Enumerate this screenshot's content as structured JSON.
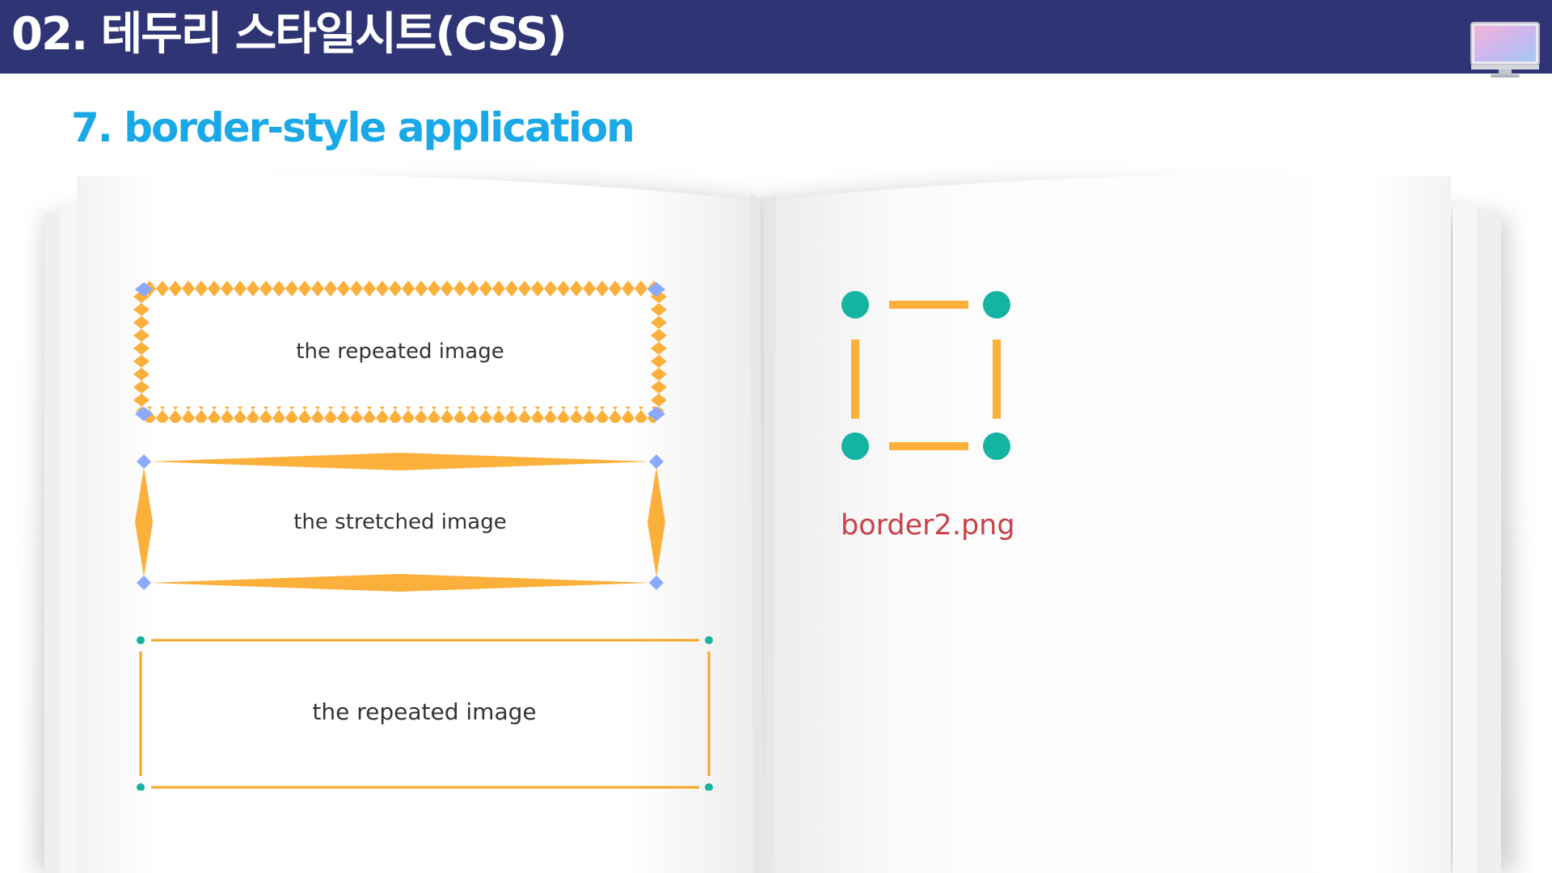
{
  "header": {
    "title": "02. 테두리 스타일시트(CSS)",
    "background": "#2f3574"
  },
  "section": {
    "title": "7. border-style application",
    "color": "#1aa9e6"
  },
  "demos": [
    {
      "label": "the repeated image"
    },
    {
      "label": "the stretched image"
    },
    {
      "label": "the repeated image"
    }
  ],
  "source_image": {
    "filename": "border2.png"
  },
  "colors": {
    "accent_orange": "#fbb03b",
    "corner_blue": "#8aa9ff",
    "corner_teal": "#14b3a2",
    "filename_red": "#c8424a"
  },
  "icons": [
    "monitor-icon",
    "open-book-illustration"
  ]
}
